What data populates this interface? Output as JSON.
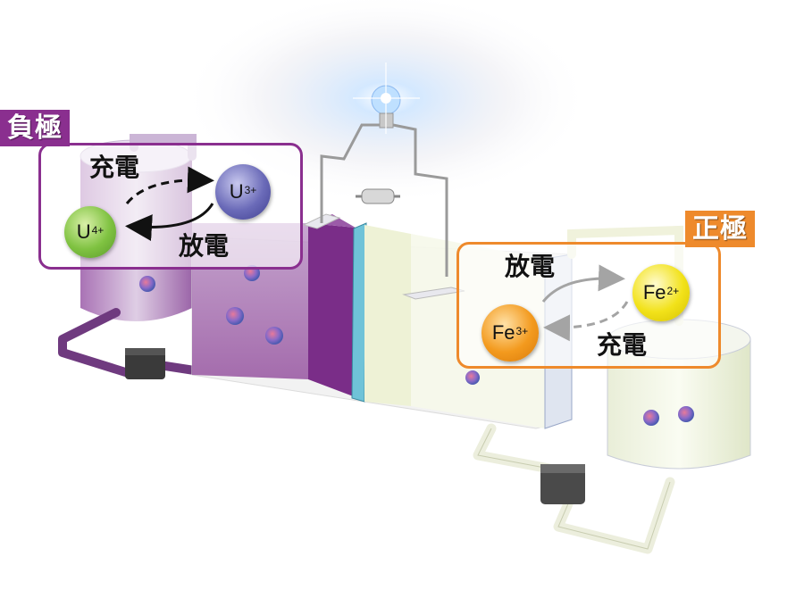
{
  "diagram": {
    "type": "redox-flow-battery",
    "negative_electrode": {
      "label": "負極",
      "color": "#8a2f8f",
      "electrolyte_color": "#8a3f95",
      "reaction": {
        "charge_label": "充電",
        "discharge_label": "放電",
        "ion_a": {
          "symbol": "U",
          "charge": "4+",
          "color": "#7fc241"
        },
        "ion_b": {
          "symbol": "U",
          "charge": "3+",
          "color": "#5a5aa8"
        },
        "charge_direction": "U4+ → U3+ (dashed)",
        "discharge_direction": "U3+ → U4+ (solid)"
      }
    },
    "positive_electrode": {
      "label": "正極",
      "color": "#ee8a2c",
      "electrolyte_color": "#eef2dc",
      "reaction": {
        "discharge_label": "放電",
        "charge_label": "充電",
        "ion_a": {
          "symbol": "Fe",
          "charge": "3+",
          "color": "#f39a1e"
        },
        "ion_b": {
          "symbol": "Fe",
          "charge": "2+",
          "color": "#f2e21a"
        },
        "discharge_direction": "Fe3+ → Fe2+ (solid)",
        "charge_direction": "Fe2+ → Fe3+ (dashed)"
      }
    },
    "components": [
      "light-bulb",
      "resistor",
      "membrane",
      "electrode-plates",
      "pumps",
      "storage-tanks",
      "pipes"
    ],
    "membrane_color": "#6fc3d8"
  }
}
